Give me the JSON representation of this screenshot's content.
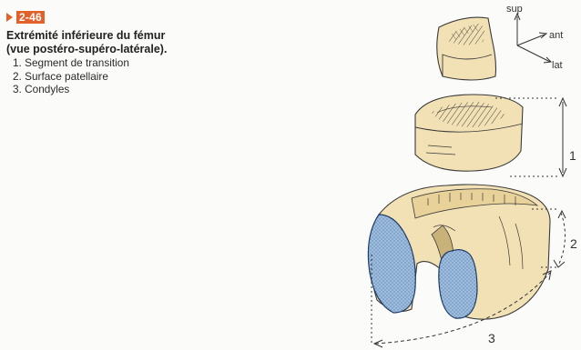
{
  "figure": {
    "number": "2-46",
    "title_line1": "Extrémité inférieure du fémur",
    "title_line2": "(vue postéro-supéro-latérale)."
  },
  "legend": [
    "1. Segment de transition",
    "2. Surface patellaire",
    "3. Condyles"
  ],
  "orientation": {
    "sup": "sup",
    "ant": "ant",
    "lat": "lat"
  },
  "callouts": {
    "c1": "1",
    "c2": "2",
    "c3": "3"
  },
  "colors": {
    "accent": "#e2602a",
    "bone": "#f2e1b4",
    "cartilage": "#8fb3d9",
    "ink": "#333333"
  }
}
